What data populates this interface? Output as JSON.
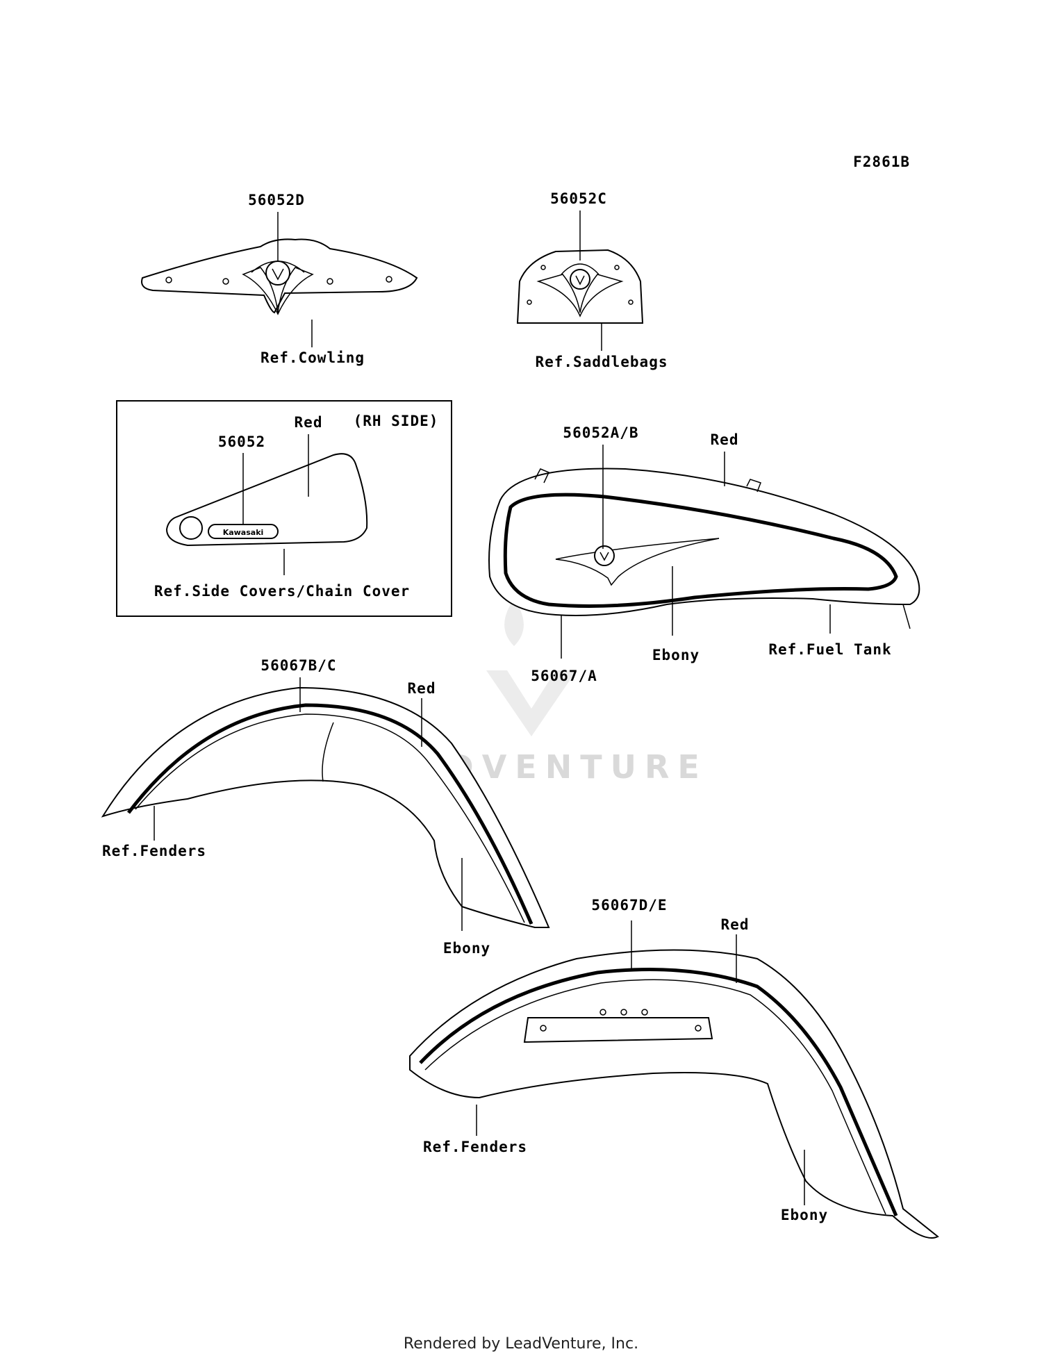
{
  "figure_code": "F2861B",
  "labels": {
    "cowl_part": "56052D",
    "cowl_ref": "Ref.Cowling",
    "saddle_part": "56052C",
    "saddle_ref": "Ref.Saddlebags",
    "side_red": "Red",
    "side_rh": "(RH SIDE)",
    "side_part": "56052",
    "side_badge": "Kawasaki",
    "side_ref": "Ref.Side Covers/Chain Cover",
    "tank_part": "56052A/B",
    "tank_red": "Red",
    "tank_ebony": "Ebony",
    "tank_ref": "Ref.Fuel Tank",
    "tank_stripe": "56067/A",
    "ff_part": "56067B/C",
    "ff_red": "Red",
    "ff_ref": "Ref.Fenders",
    "ff_ebony": "Ebony",
    "rf_part": "56067D/E",
    "rf_red": "Red",
    "rf_ref": "Ref.Fenders",
    "rf_ebony": "Ebony"
  },
  "watermark": "LEADVENTURE",
  "footer": "Rendered by LeadVenture, Inc."
}
